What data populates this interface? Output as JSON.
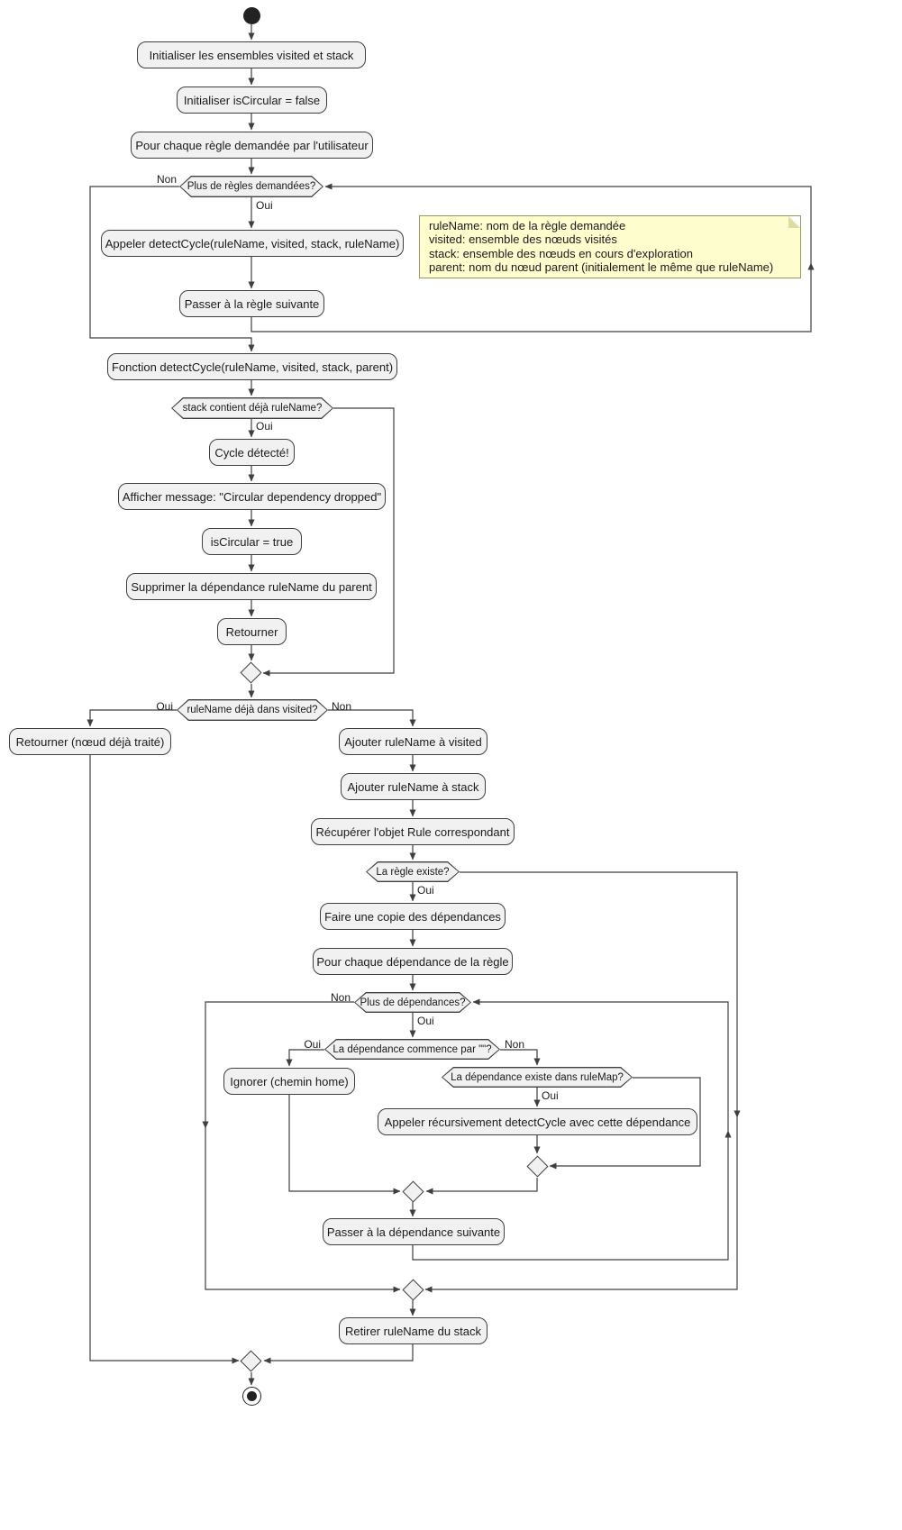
{
  "labels": {
    "oui": "Oui",
    "non": "Non"
  },
  "nodes": {
    "init_sets": "Initialiser les ensembles visited et stack",
    "init_circular": "Initialiser isCircular = false",
    "foreach_rule": "Pour chaque règle demandée par l'utilisateur",
    "call_detect": "Appeler detectCycle(ruleName, visited, stack, ruleName)",
    "next_rule": "Passer à la règle suivante",
    "func_detect": "Fonction detectCycle(ruleName, visited, stack, parent)",
    "cycle_detected": "Cycle détecté!",
    "show_message": "Afficher message: \"Circular dependency dropped\"",
    "set_circular": "isCircular = true",
    "remove_dep": "Supprimer la dépendance ruleName du parent",
    "return1": "Retourner",
    "return_visited": "Retourner (nœud déjà traité)",
    "add_visited": "Ajouter ruleName à visited",
    "add_stack": "Ajouter ruleName à stack",
    "get_rule": "Récupérer l'objet Rule correspondant",
    "copy_deps": "Faire une copie des dépendances",
    "foreach_dep": "Pour chaque dépendance de la règle",
    "ignore_home": "Ignorer (chemin home)",
    "recursive_call": "Appeler récursivement detectCycle avec cette dépendance",
    "next_dep": "Passer à la dépendance suivante",
    "remove_stack": "Retirer ruleName du stack"
  },
  "decisions": {
    "more_rules": "Plus de règles demandées?",
    "stack_contains": "stack contient déjà ruleName?",
    "in_visited": "ruleName déjà dans visited?",
    "rule_exists": "La règle existe?",
    "more_deps": "Plus de dépendances?",
    "dep_starts": "La dépendance commence par \"\"?",
    "dep_in_map": "La dépendance existe dans ruleMap?"
  },
  "note": {
    "lines": [
      "ruleName: nom de la règle demandée",
      "visited: ensemble des nœuds visités",
      "stack: ensemble des nœuds en cours d'exploration",
      "parent: nom du nœud parent (initialement le même que ruleName)"
    ]
  },
  "colors": {
    "background": "#ffffff",
    "node_fill": "#f1f1f1",
    "node_border": "#3f3f3f",
    "edge_color": "#3f3f3f",
    "text": "#1a1a1a",
    "terminator": "#222222",
    "note_fill": "#fdfdce",
    "note_border": "#999966",
    "note_fold": "#dcdca0"
  }
}
